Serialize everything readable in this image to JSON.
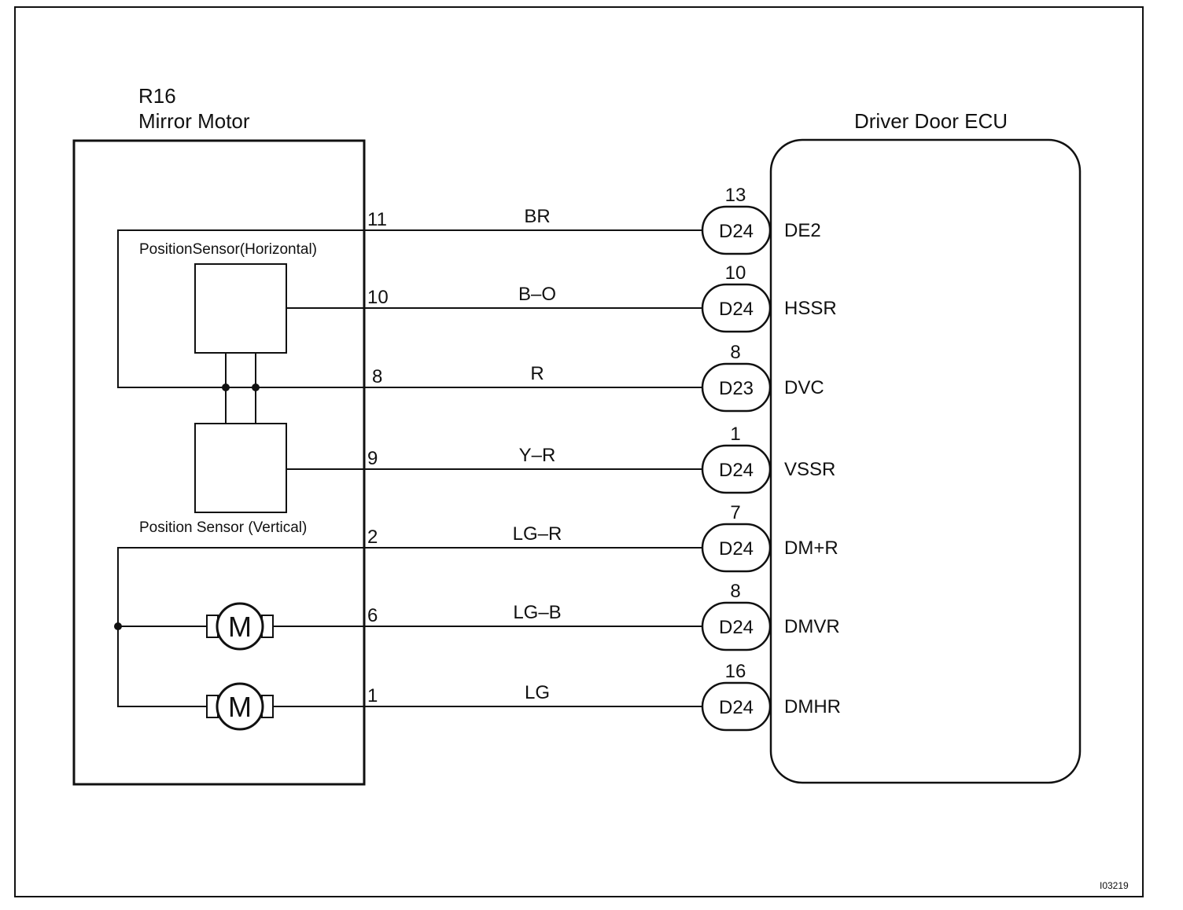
{
  "figure_id": "I03219",
  "mirror_motor": {
    "code": "R16",
    "name": "Mirror Motor",
    "sensor_horizontal": "PositionSensor(Horizontal)",
    "sensor_vertical": "Position Sensor (Vertical)",
    "motor_symbol": "M"
  },
  "ecu": {
    "name": "Driver Door ECU"
  },
  "wires": [
    {
      "pin": "11",
      "color": "BR",
      "connector": "D24",
      "ecu_pin": "13",
      "terminal": "DE2"
    },
    {
      "pin": "10",
      "color": "B–O",
      "connector": "D24",
      "ecu_pin": "10",
      "terminal": "HSSR"
    },
    {
      "pin": "8",
      "color": "R",
      "connector": "D23",
      "ecu_pin": "8",
      "terminal": "DVC"
    },
    {
      "pin": "9",
      "color": "Y–R",
      "connector": "D24",
      "ecu_pin": "1",
      "terminal": "VSSR"
    },
    {
      "pin": "2",
      "color": "LG–R",
      "connector": "D24",
      "ecu_pin": "7",
      "terminal": "DM+R"
    },
    {
      "pin": "6",
      "color": "LG–B",
      "connector": "D24",
      "ecu_pin": "8",
      "terminal": "DMVR"
    },
    {
      "pin": "1",
      "color": "LG",
      "connector": "D24",
      "ecu_pin": "16",
      "terminal": "DMHR"
    }
  ]
}
